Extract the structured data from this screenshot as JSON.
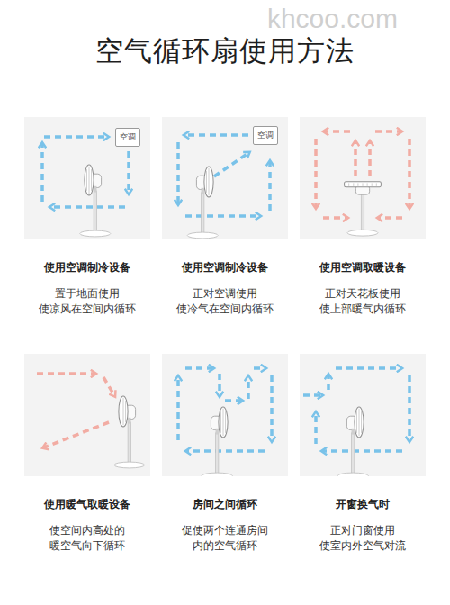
{
  "diagram": {
    "title": "空气循环扇使用方法",
    "nodes": [
      {
        "text": [
          "使用空调制冷设备",
          "置于地面使用 使凉风在空间内循环"
        ]
      },
      {
        "text": [
          "空调"
        ],
        "in": 0
      },
      {
        "text": [
          "使用空调制冷设备",
          "正对空调使用 使冷气在空间内循环"
        ]
      },
      {
        "text": [
          "空调"
        ],
        "in": 2
      },
      {
        "text": [
          "使用空调取暖设备",
          "正对天花板使用 使上部暖气内循环"
        ]
      },
      {
        "text": [
          "使用暖气取暖设备",
          "使空间内高处的 暖空气向下循环"
        ]
      },
      {
        "text": [
          "房间之间循环",
          "促使两个连通房间 内的空气循环"
        ]
      },
      {
        "text": [
          "开窗换气时",
          "正对门窗使用 使室内外空气对流"
        ]
      }
    ],
    "labels": [
      "khcoo.com"
    ]
  }
}
